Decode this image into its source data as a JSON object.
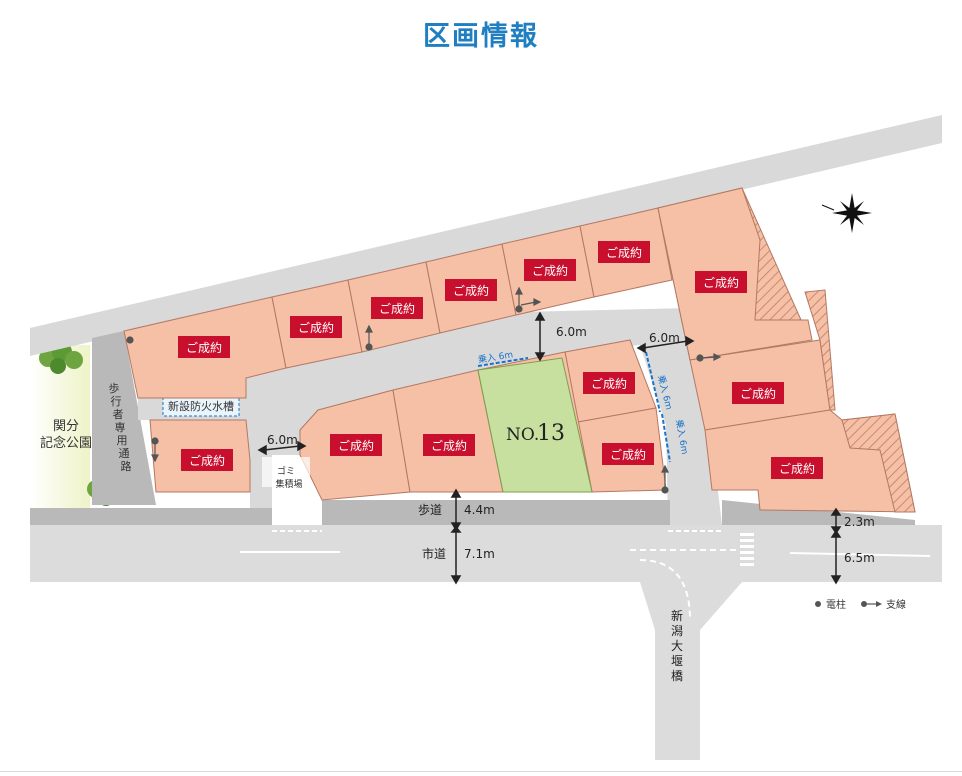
{
  "title": "区画情報",
  "sold_label": "ご成約",
  "lot13_label": {
    "prefix": "NO.",
    "number": "13"
  },
  "labels": {
    "fire_tank": "新設防火水槽",
    "park": [
      "関分",
      "記念公園"
    ],
    "pedestrian_path": [
      "歩",
      "行",
      "者",
      "専",
      "用",
      "通",
      "路"
    ],
    "garbage": [
      "ゴミ",
      "集積場"
    ],
    "sidewalk": "歩道",
    "city_road": "市道",
    "bridge": [
      "新",
      "潟",
      "大",
      "堰",
      "橋"
    ],
    "entry_a": "乗入 6m",
    "entry_b": "乗入 6m",
    "entry_c": "乗入 6m"
  },
  "dimensions": {
    "road_north_width": "6.0m",
    "road_west_width": "6.0m",
    "road_east_width": "6.0m",
    "sidewalk_width": "4.4m",
    "city_road_width": "7.1m",
    "east_sidewalk_width": "2.3m",
    "east_road_width": "6.5m"
  },
  "legend": {
    "pole": "電柱",
    "guy_wire": "支線"
  },
  "colors": {
    "lot": "#f5c0a6",
    "lot_border": "#b47863",
    "lot13": "#c7e0a0",
    "road": "#dcdcdc",
    "sidewalk": "#b9b9b9",
    "badge": "#c8102e",
    "title": "#1f7fc0",
    "park": "#eef3c7",
    "accent": "#1a73c9"
  }
}
